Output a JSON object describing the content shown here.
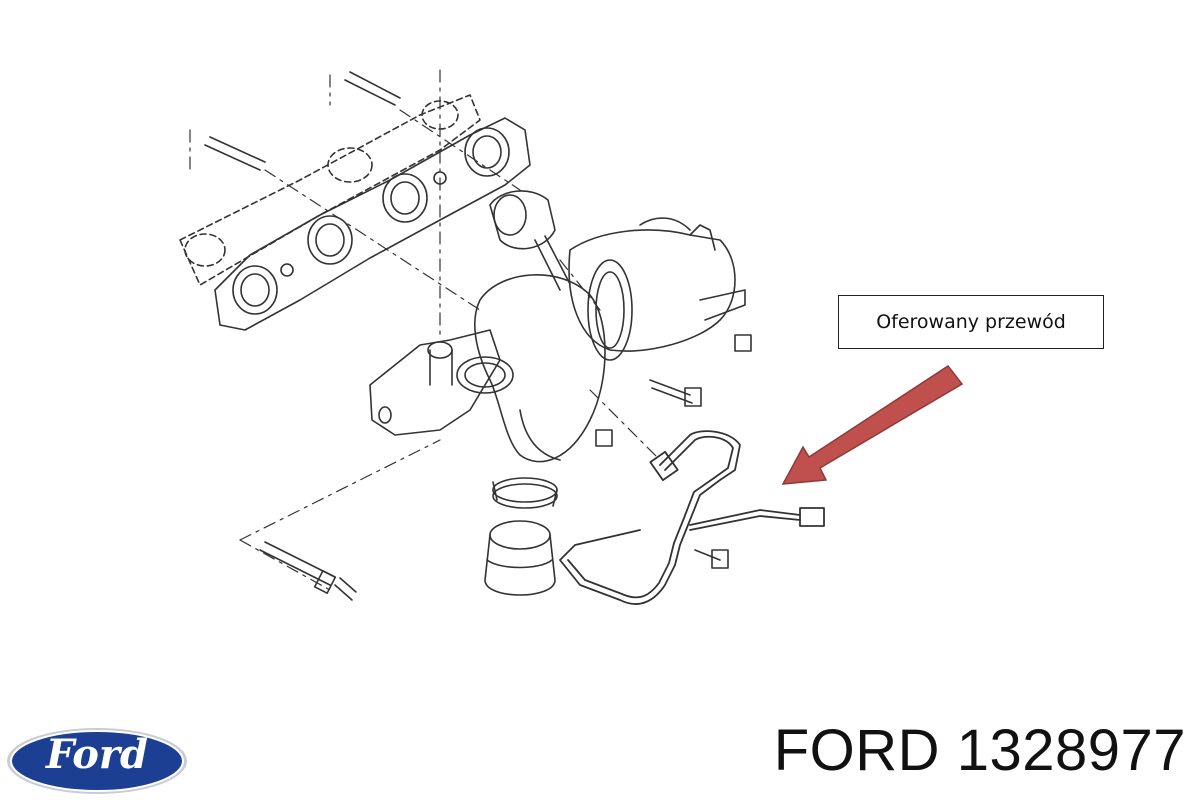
{
  "callout": {
    "text": "Oferowany przewód"
  },
  "part": {
    "brand": "FORD",
    "number": "1328977"
  },
  "logo": {
    "text": "Ford",
    "icon": "ford-oval-logo-icon"
  },
  "colors": {
    "arrow": "#c0504d",
    "logo_blue": "#1c3f94",
    "line": "#333333"
  }
}
